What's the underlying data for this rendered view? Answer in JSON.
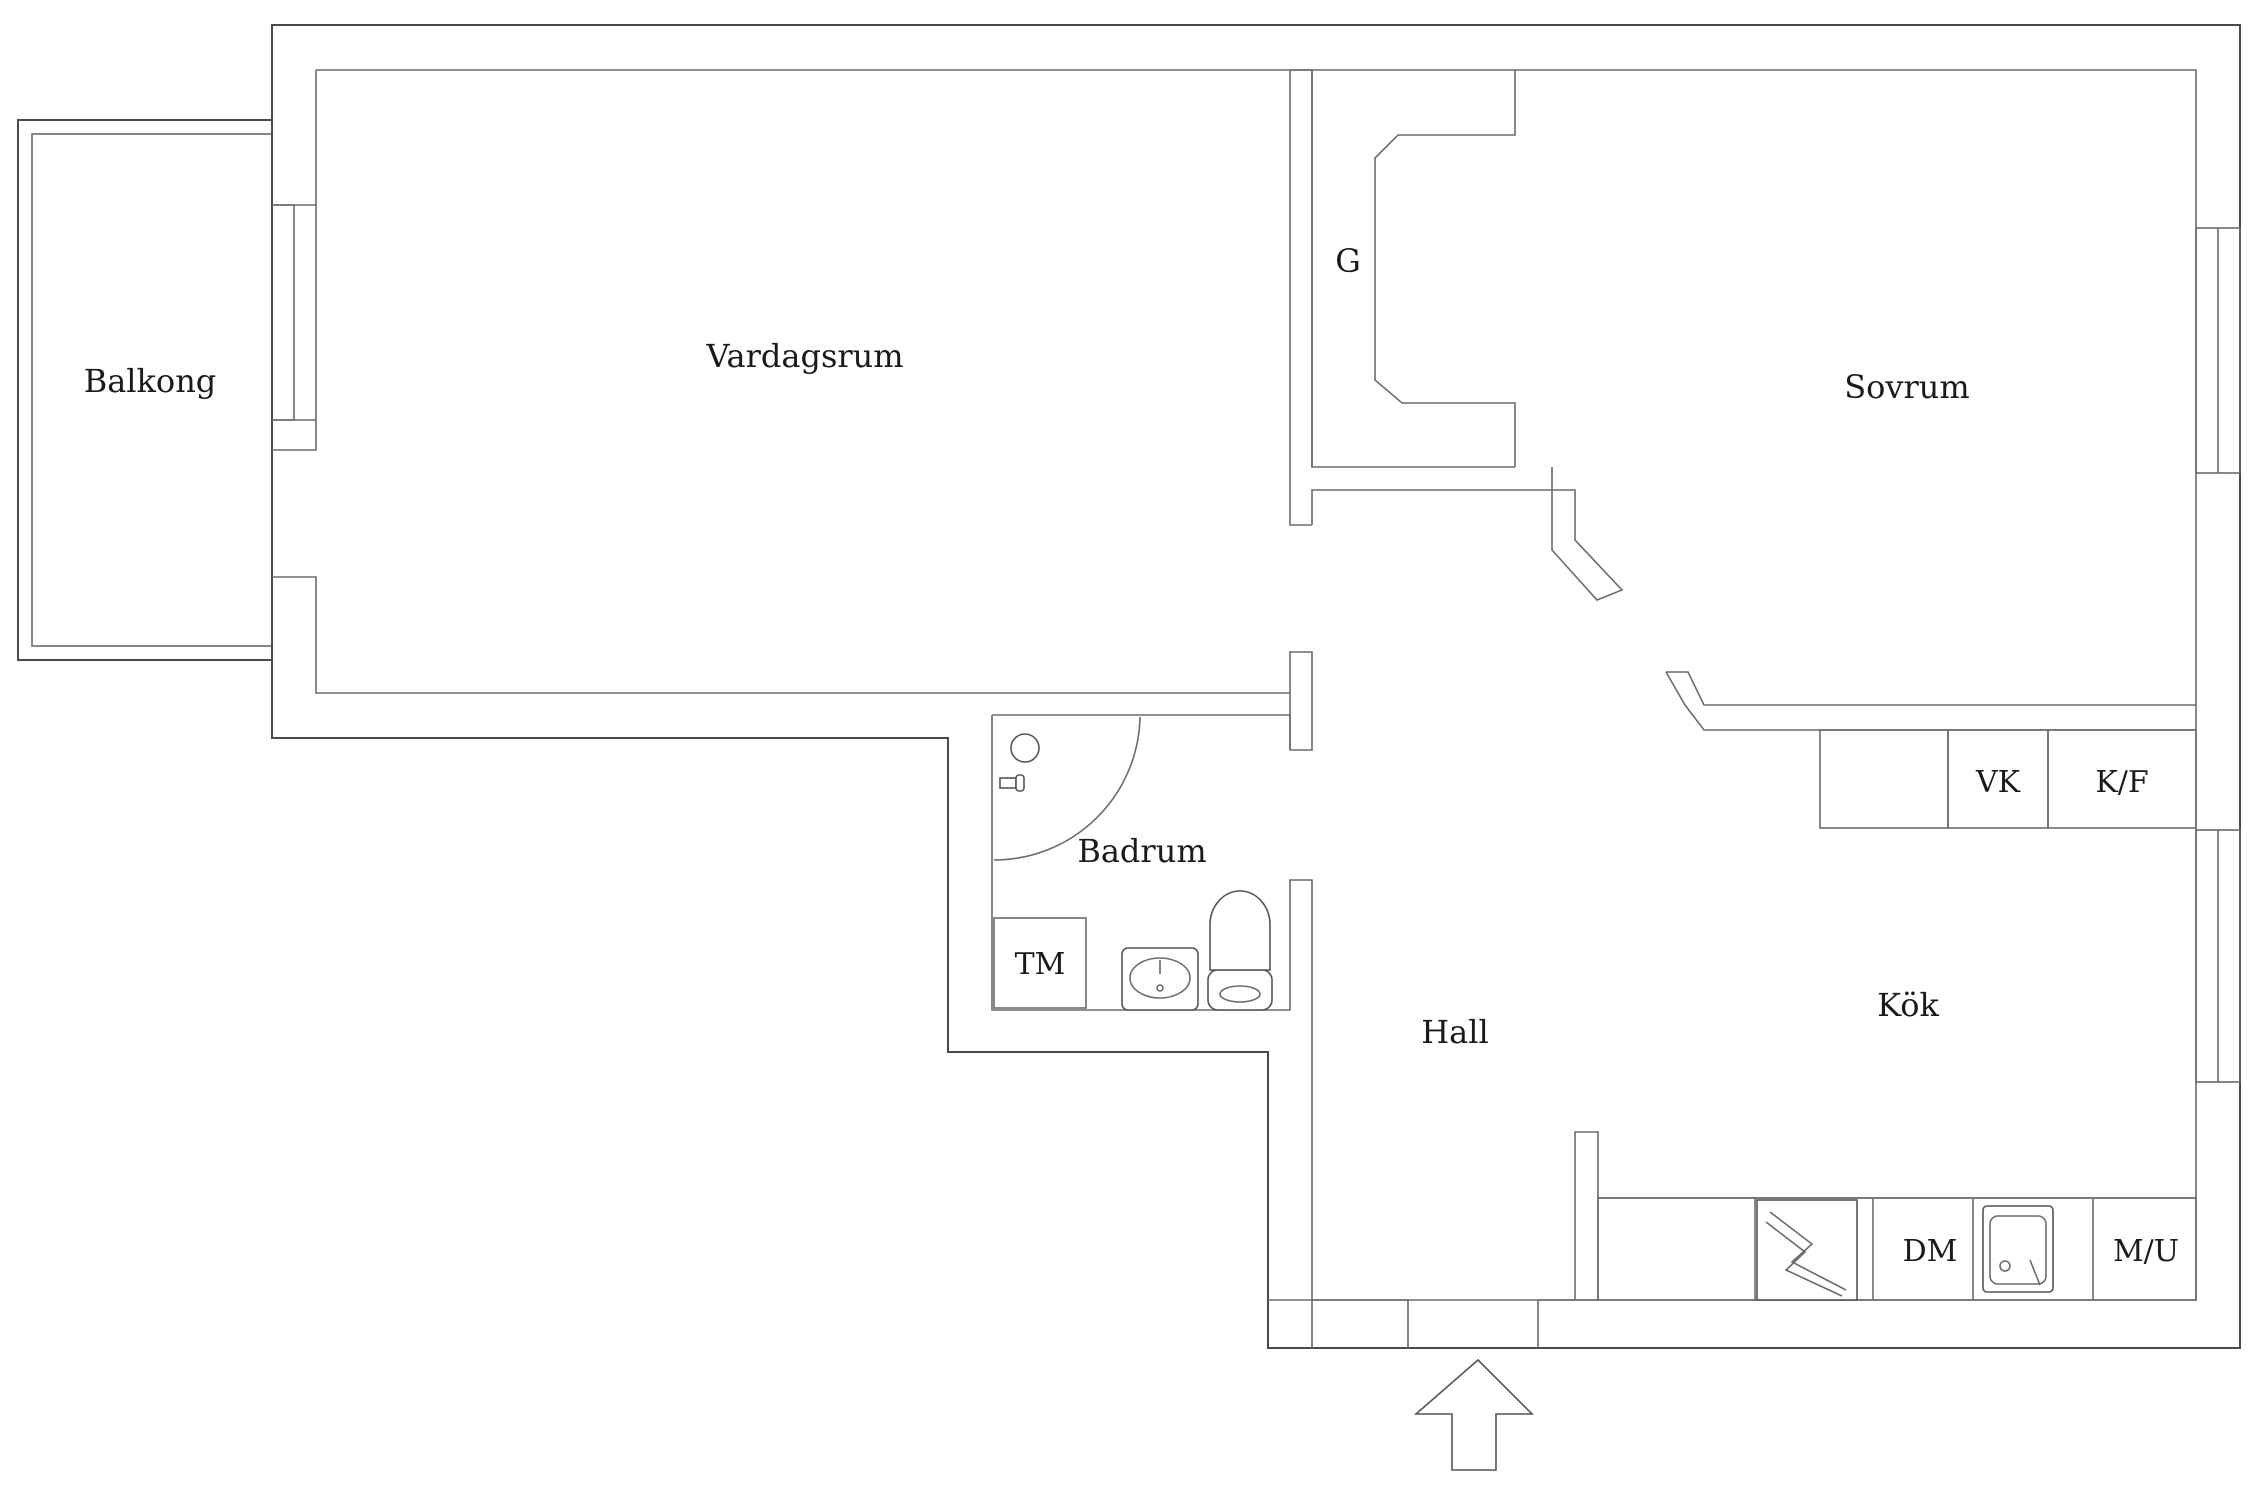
{
  "rooms": {
    "balkong": "Balkong",
    "vardagsrum": "Vardagsrum",
    "sovrum": "Sovrum",
    "garderob": "G",
    "badrum": "Badrum",
    "hall": "Hall",
    "kok": "Kök"
  },
  "fixtures": {
    "tvattmaskin": "TM",
    "vinkyl": "VK",
    "kyl_frys": "K/F",
    "diskmaskin": "DM",
    "micro_ugn": "M/U"
  },
  "icons": {
    "entrance": "entrance-arrow-icon",
    "stove": "stove-icon",
    "sink": "kitchen-sink-icon",
    "washbasin": "washbasin-icon",
    "toilet": "toilet-icon",
    "shower": "shower-icon"
  },
  "colors": {
    "wall": "#4a4a4a",
    "background": "#ffffff"
  }
}
